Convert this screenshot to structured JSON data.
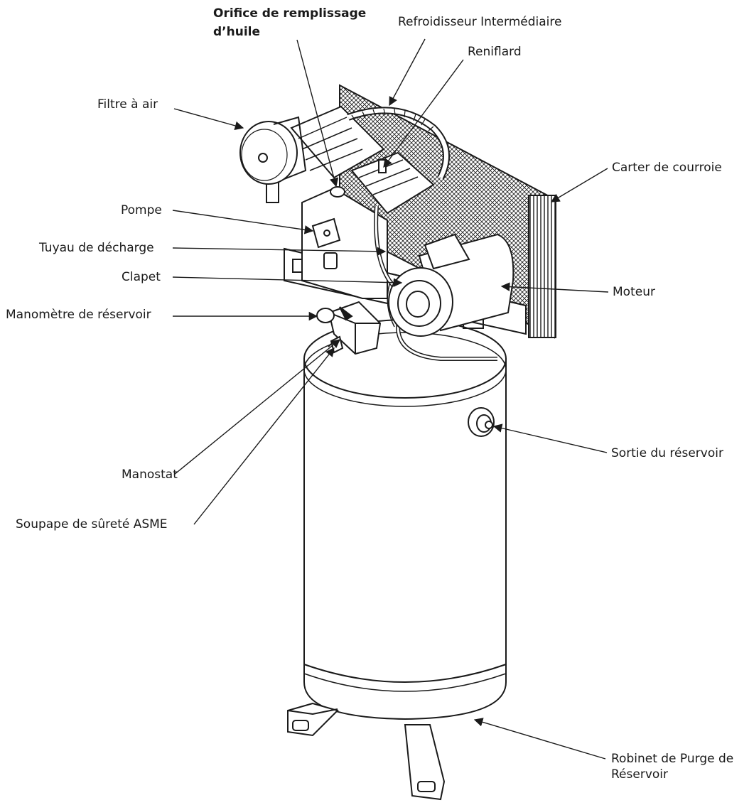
{
  "labels": {
    "oil_fill_line1": "Orifice de remplissage",
    "oil_fill_line2": "d’huile",
    "intercooler": "Refroidisseur Intermédiaire",
    "breather": "Reniflard",
    "air_filter": "Filtre à air",
    "belt_guard": "Carter de courroie",
    "pump": "Pompe",
    "discharge_tube": "Tuyau de décharge",
    "check_valve": "Clapet",
    "motor": "Moteur",
    "tank_gauge": "Manomètre de réservoir",
    "tank_outlet": "Sortie du réservoir",
    "pressure_switch": "Manostat",
    "safety_valve": "Soupape de sûreté ASME",
    "drain_line1": "Robinet de Purge de",
    "drain_line2": "Réservoir"
  },
  "colors": {
    "line": "#1a1a1a",
    "fill": "#ffffff",
    "shade": "#e6e6e6"
  }
}
